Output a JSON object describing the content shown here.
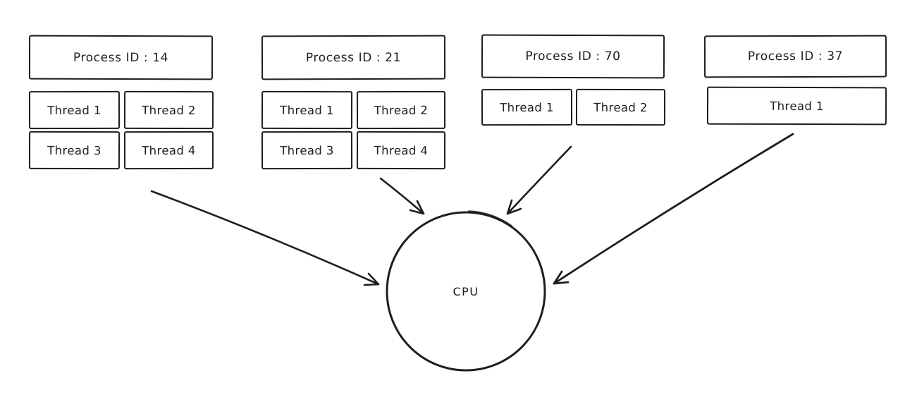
{
  "diagram": {
    "title_semantic": "Processes and threads scheduled onto a CPU",
    "background_color": "#ffffff",
    "stroke_color": "#1e1e1e",
    "cpu": {
      "label": "CPU"
    },
    "processes": [
      {
        "label": "Process ID : 14",
        "threads": [
          "Thread 1",
          "Thread 2",
          "Thread 3",
          "Thread 4"
        ]
      },
      {
        "label": "Process ID : 21",
        "threads": [
          "Thread 1",
          "Thread 2",
          "Thread 3",
          "Thread 4"
        ]
      },
      {
        "label": "Process ID : 70",
        "threads": [
          "Thread 1",
          "Thread 2"
        ]
      },
      {
        "label": "Process ID : 37",
        "threads": [
          "Thread 1"
        ]
      }
    ],
    "arrows": [
      {
        "from": "process-14-threads",
        "to": "cpu"
      },
      {
        "from": "process-21-threads",
        "to": "cpu"
      },
      {
        "from": "process-70-threads",
        "to": "cpu"
      },
      {
        "from": "process-37-thread",
        "to": "cpu"
      }
    ]
  }
}
